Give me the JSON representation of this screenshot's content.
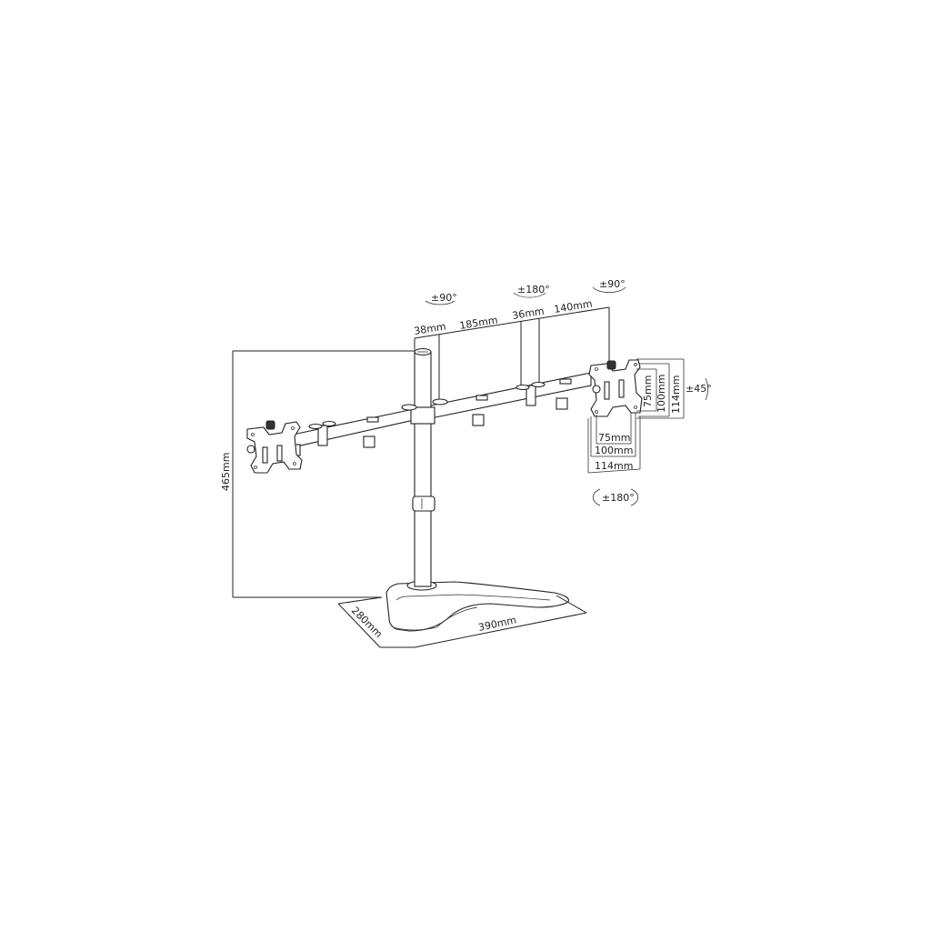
{
  "diagram": {
    "subject": "Dual monitor desk stand dimensions",
    "dimensions": {
      "pole_diameter": "38mm",
      "arm_segment_1": "185mm",
      "joint_width": "36mm",
      "arm_segment_2": "140mm",
      "height": "465mm",
      "base_depth": "280mm",
      "base_width": "390mm"
    },
    "vesa": {
      "horizontal": [
        "75mm",
        "100mm",
        "114mm"
      ],
      "vertical": [
        "75mm",
        "100mm",
        "114mm"
      ]
    },
    "rotations": {
      "pole_swivel": "±90°",
      "arm_joint": "±180°",
      "bracket_swivel": "±90°",
      "tilt": "±45°",
      "rotate": "±180°"
    }
  }
}
